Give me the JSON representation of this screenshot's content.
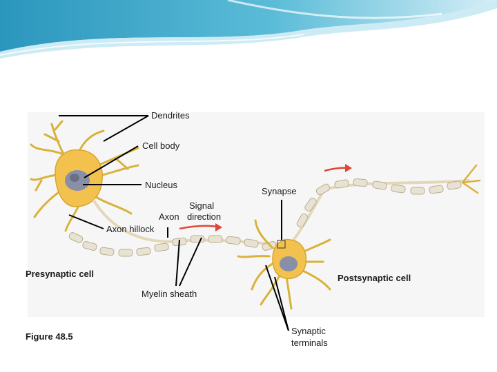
{
  "labels": {
    "dendrites": "Dendrites",
    "cell_body": "Cell body",
    "nucleus": "Nucleus",
    "synapse": "Synapse",
    "signal": "Signal",
    "direction": "direction",
    "axon": "Axon",
    "axon_hillock": "Axon hillock",
    "presynaptic_cell": "Presynaptic cell",
    "postsynaptic_cell": "Postsynaptic cell",
    "myelin_sheath": "Myelin sheath",
    "synaptic": "Synaptic",
    "terminals": "terminals",
    "figure_caption": "Figure 48.5"
  },
  "colors": {
    "header_teal": "#3fa9c9",
    "header_light": "#bfe6f2",
    "cell_body": "#f2c14e",
    "dendrite": "#d9b23a",
    "myelin": "#e8e2d2",
    "nucleus": "#8a8fa8",
    "signal_arrow": "#e0463a",
    "leader_line": "#000000"
  }
}
